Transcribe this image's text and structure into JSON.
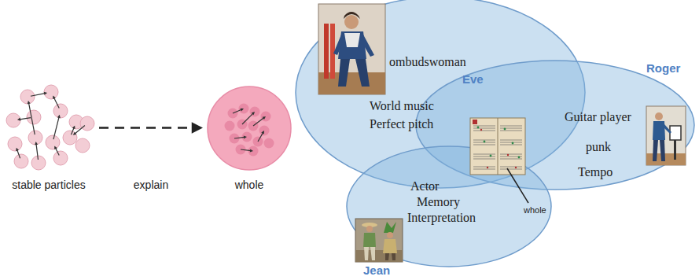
{
  "diagram": {
    "nodes": [
      {
        "text": [
          "stable particles"
        ]
      },
      {
        "text": [
          "whole"
        ]
      },
      {
        "text": [
          "ombudswoman",
          "Eve",
          "World music",
          "Perfect pitch"
        ]
      },
      {
        "text": [
          "Roger",
          "Guitar player",
          "punk",
          "Tempo"
        ]
      },
      {
        "text": [
          "Actor",
          "Memory",
          "Interpretation",
          "Jean"
        ]
      }
    ],
    "edges": [
      {
        "from": 0,
        "to": 1,
        "label": "explain",
        "arrow": "to"
      }
    ],
    "labels": [
      "whole"
    ]
  }
}
